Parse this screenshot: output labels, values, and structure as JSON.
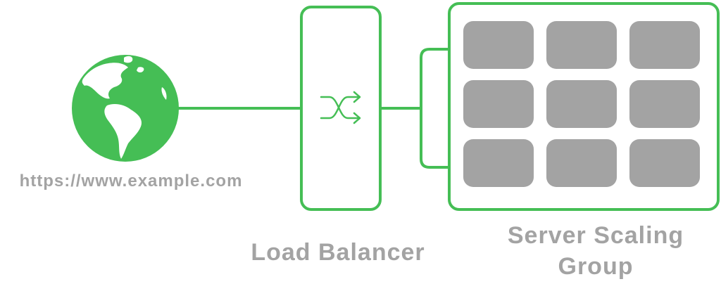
{
  "colors": {
    "accent": "#45be55",
    "server": "#a3a3a3",
    "text": "#a3a3a3"
  },
  "client": {
    "icon": "globe-icon",
    "url": "https://www.example.com"
  },
  "load_balancer": {
    "icon": "shuffle-icon",
    "label": "Load Balancer"
  },
  "server_group": {
    "label_line1": "Server Scaling",
    "label_line2": "Group",
    "rows": 3,
    "columns": 3,
    "server_icon": "server-block"
  }
}
